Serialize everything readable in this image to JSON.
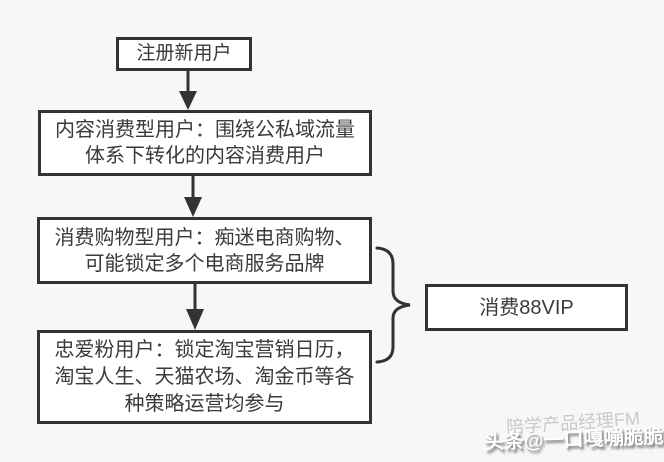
{
  "canvas": {
    "background_color": "#f7f7f7",
    "box_fill_color": "#ffffff",
    "border_color": "#333333",
    "text_color": "#3a3a3a",
    "watermark_faded_color": "#c9c9c9",
    "watermark_main_color": "#ffffff"
  },
  "nodes": {
    "register": {
      "label": "注册新用户"
    },
    "content_user": {
      "lines": [
        "内容消费型用户：围绕公私域流量",
        "体系下转化的内容消费用户"
      ]
    },
    "shopping_user": {
      "lines": [
        "消费购物型用户：痴迷电商购物、",
        "可能锁定多个电商服务品牌"
      ]
    },
    "fan_user": {
      "lines": [
        "忠爱粉用户：锁定淘宝营销日历，",
        "淘宝人生、天猫农场、淘金币等各",
        "种策略运营均参与"
      ]
    },
    "vip": {
      "label": "消费88VIP"
    }
  },
  "edges": [
    {
      "type": "arrow",
      "from": "register",
      "to": "content_user"
    },
    {
      "type": "arrow",
      "from": "content_user",
      "to": "shopping_user"
    },
    {
      "type": "arrow",
      "from": "shopping_user",
      "to": "fan_user"
    },
    {
      "type": "brace",
      "from": [
        "shopping_user",
        "fan_user"
      ],
      "to": "vip"
    }
  ],
  "watermark": {
    "faded_text": "陪学产品经理FM",
    "main_text": "头条@一口嘎嘣脆脆"
  }
}
